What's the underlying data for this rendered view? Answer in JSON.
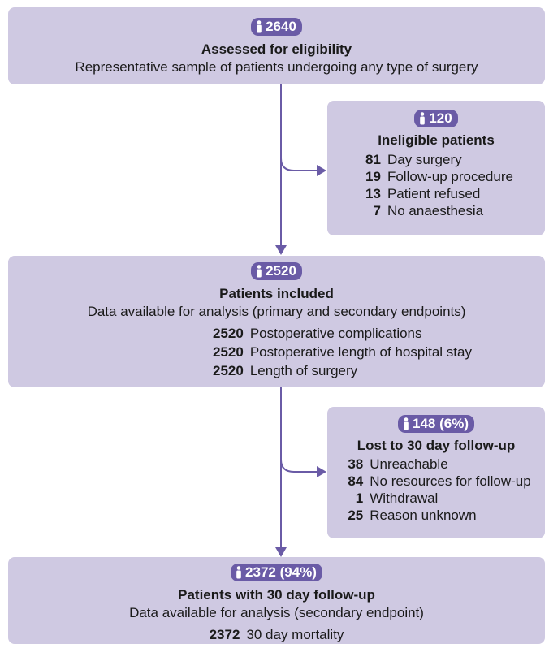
{
  "colors": {
    "box": "#cfc9e2",
    "badge": "#6a5ba6",
    "arrow": "#6a5ba6"
  },
  "icons": {
    "badge_icon": "person-icon"
  },
  "boxes": {
    "assessed": {
      "count": "2640",
      "title": "Assessed for eligibility",
      "subtitle": "Representative sample of patients undergoing any type of surgery"
    },
    "ineligible": {
      "count": "120",
      "title": "Ineligible patients",
      "rows": [
        {
          "n": "81",
          "label": "Day surgery"
        },
        {
          "n": "19",
          "label": "Follow-up procedure"
        },
        {
          "n": "13",
          "label": "Patient refused"
        },
        {
          "n": "7",
          "label": "No anaesthesia"
        }
      ]
    },
    "included": {
      "count": "2520",
      "title": "Patients included",
      "subtitle": "Data available for analysis (primary and secondary endpoints)",
      "rows": [
        {
          "n": "2520",
          "label": "Postoperative complications"
        },
        {
          "n": "2520",
          "label": "Postoperative length of hospital stay"
        },
        {
          "n": "2520",
          "label": "Length of surgery"
        }
      ]
    },
    "lost": {
      "count": "148 (6%)",
      "title": "Lost to 30 day follow-up",
      "rows": [
        {
          "n": "38",
          "label": "Unreachable"
        },
        {
          "n": "84",
          "label": "No resources for follow-up"
        },
        {
          "n": "1",
          "label": "Withdrawal"
        },
        {
          "n": "25",
          "label": "Reason unknown"
        }
      ]
    },
    "followup": {
      "count": "2372 (94%)",
      "title": "Patients with 30 day follow-up",
      "subtitle": "Data available for analysis (secondary endpoint)",
      "rows": [
        {
          "n": "2372",
          "label": "30 day mortality"
        }
      ]
    }
  }
}
